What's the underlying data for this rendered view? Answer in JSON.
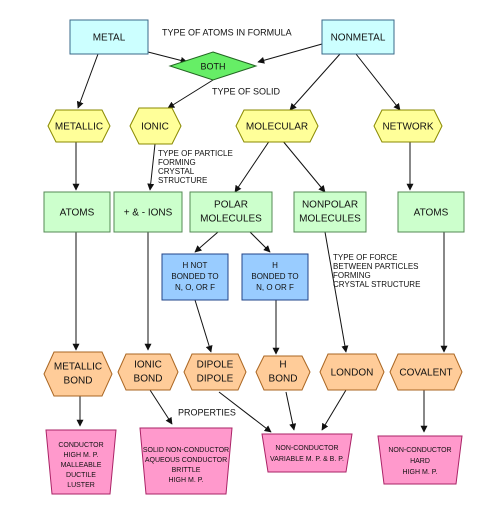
{
  "nodes": {
    "metal": "METAL",
    "nonmetal": "NONMETAL",
    "both": "BOTH",
    "metallic": "METALLIC",
    "ionic": "IONIC",
    "molecular": "MOLECULAR",
    "network": "NETWORK",
    "atoms_left": "ATOMS",
    "ions": "+ & - IONS",
    "polar_molecules": [
      "POLAR",
      "MOLECULES"
    ],
    "nonpolar_molecules": [
      "NONPOLAR",
      "MOLECULES"
    ],
    "atoms_right": "ATOMS",
    "h_not_bonded": [
      "H NOT",
      "BONDED TO",
      "N, O, OR F"
    ],
    "h_bonded": [
      "H",
      "BONDED TO",
      "N, O OR F"
    ],
    "metallic_bond": [
      "METALLIC",
      "BOND"
    ],
    "ionic_bond": [
      "IONIC",
      "BOND"
    ],
    "dipole_dipole": [
      "DIPOLE",
      "DIPOLE"
    ],
    "h_bond": [
      "H",
      "BOND"
    ],
    "london": "LONDON",
    "covalent": "COVALENT",
    "prop_metallic": [
      "CONDUCTOR",
      "HIGH M. P.",
      "MALLEABLE",
      "DUCTILE",
      "LUSTER"
    ],
    "prop_ionic": [
      "SOLID NON-CONDUCTOR",
      "AQUEOUS CONDUCTOR",
      "BRITTLE",
      "HIGH M. P."
    ],
    "prop_molecular": [
      "NON-CONDUCTOR",
      "VARIABLE M. P. & B. P."
    ],
    "prop_network": [
      "NON-CONDUCTOR",
      "HARD",
      "HIGH M. P."
    ]
  },
  "labels": {
    "type_of_atoms": "TYPE OF ATOMS IN FORMULA",
    "type_of_solid": "TYPE OF SOLID",
    "type_of_particle": [
      "TYPE OF PARTICLE",
      "FORMING",
      "CRYSTAL",
      "STRUCTURE"
    ],
    "type_of_force": [
      "TYPE OF FORCE",
      "BETWEEN PARTICLES",
      "FORMING",
      "CRYSTAL STRUCTURE"
    ],
    "properties": "PROPERTIES"
  },
  "colors": {
    "cyan": "#ccffff",
    "green_diamond": "#66ee66",
    "yellow": "#ffff99",
    "light_green": "#ccffcc",
    "blue": "#99ccff",
    "orange": "#ffcc99",
    "pink": "#ff99cc"
  }
}
